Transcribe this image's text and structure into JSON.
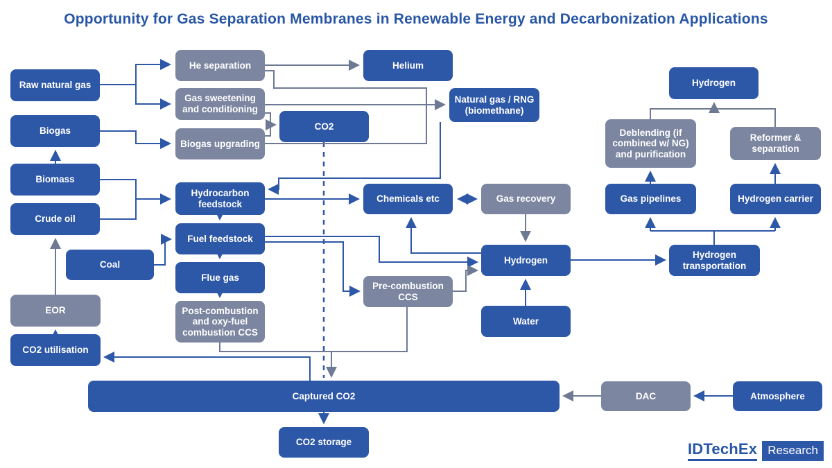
{
  "title": "Opportunity for Gas Separation Membranes in Renewable Energy and Decarbonization Applications",
  "branding": {
    "logo_primary": "IDTechEx",
    "logo_secondary": "Research"
  },
  "colors": {
    "node_blue": "#2d57a7",
    "node_gray": "#7c86a0",
    "arrow_blue": "#2d57a7",
    "arrow_gray": "#6e7994",
    "title_blue": "#2856a6",
    "background": "#ffffff"
  },
  "nodes": {
    "raw_natural_gas": {
      "label": "Raw natural gas",
      "color": "blue"
    },
    "biogas": {
      "label": "Biogas",
      "color": "blue"
    },
    "biomass": {
      "label": "Biomass",
      "color": "blue"
    },
    "crude_oil": {
      "label": "Crude oil",
      "color": "blue"
    },
    "coal": {
      "label": "Coal",
      "color": "blue"
    },
    "eor": {
      "label": "EOR",
      "color": "gray"
    },
    "co2_utilisation": {
      "label": "CO2 utilisation",
      "color": "blue"
    },
    "he_separation": {
      "label": "He separation",
      "color": "gray"
    },
    "gas_sweetening": {
      "label": "Gas sweetening and conditioning",
      "color": "gray"
    },
    "biogas_upgrading": {
      "label": "Biogas upgrading",
      "color": "gray"
    },
    "hydrocarbon_feedstock": {
      "label": "Hydrocarbon feedstock",
      "color": "blue"
    },
    "fuel_feedstock": {
      "label": "Fuel feedstock",
      "color": "blue"
    },
    "flue_gas": {
      "label": "Flue gas",
      "color": "blue"
    },
    "post_combustion_ccs": {
      "label": "Post-combustion and oxy-fuel combustion CCS",
      "color": "gray"
    },
    "co2": {
      "label": "CO2",
      "color": "blue"
    },
    "helium": {
      "label": "Helium",
      "color": "blue"
    },
    "natural_gas_rng": {
      "label": "Natural gas / RNG (biomethane)",
      "color": "blue"
    },
    "chemicals_etc": {
      "label": "Chemicals etc",
      "color": "blue"
    },
    "pre_combustion_ccs": {
      "label": "Pre-combustion CCS",
      "color": "gray"
    },
    "gas_recovery": {
      "label": "Gas recovery",
      "color": "gray"
    },
    "hydrogen_mid": {
      "label": "Hydrogen",
      "color": "blue"
    },
    "water": {
      "label": "Water",
      "color": "blue"
    },
    "hydrogen_top": {
      "label": "Hydrogen",
      "color": "blue"
    },
    "deblending": {
      "label": "Deblending (if combined w/ NG) and purification",
      "color": "gray"
    },
    "reformer_separation": {
      "label": "Reformer & separation",
      "color": "gray"
    },
    "gas_pipelines": {
      "label": "Gas pipelines",
      "color": "blue"
    },
    "hydrogen_carrier": {
      "label": "Hydrogen carrier",
      "color": "blue"
    },
    "hydrogen_transportation": {
      "label": "Hydrogen transportation",
      "color": "blue"
    },
    "captured_co2": {
      "label": "Captured CO2",
      "color": "blue"
    },
    "co2_storage": {
      "label": "CO2 storage",
      "color": "blue"
    },
    "dac": {
      "label": "DAC",
      "color": "gray"
    },
    "atmosphere": {
      "label": "Atmosphere",
      "color": "blue"
    }
  },
  "edges": [
    {
      "from": "raw_natural_gas",
      "to": "he_separation",
      "style": "blue"
    },
    {
      "from": "raw_natural_gas",
      "to": "gas_sweetening",
      "style": "blue"
    },
    {
      "from": "biogas",
      "to": "biogas_upgrading",
      "style": "blue"
    },
    {
      "from": "biomass",
      "to": "biogas",
      "style": "blue"
    },
    {
      "from": "biomass",
      "to": "hydrocarbon_feedstock",
      "style": "blue"
    },
    {
      "from": "crude_oil",
      "to": "hydrocarbon_feedstock",
      "style": "blue"
    },
    {
      "from": "coal",
      "to": "fuel_feedstock",
      "style": "blue"
    },
    {
      "from": "eor",
      "to": "crude_oil",
      "style": "gray"
    },
    {
      "from": "co2_utilisation",
      "to": "eor",
      "style": "blue"
    },
    {
      "from": "he_separation",
      "to": "helium",
      "style": "gray"
    },
    {
      "from": "he_separation",
      "to": "natural_gas_rng",
      "style": "gray"
    },
    {
      "from": "gas_sweetening",
      "to": "natural_gas_rng",
      "style": "gray"
    },
    {
      "from": "biogas_upgrading",
      "to": "natural_gas_rng",
      "style": "gray"
    },
    {
      "from": "gas_sweetening",
      "to": "co2",
      "style": "gray"
    },
    {
      "from": "biogas_upgrading",
      "to": "co2",
      "style": "gray"
    },
    {
      "from": "natural_gas_rng",
      "to": "hydrocarbon_feedstock",
      "style": "blue"
    },
    {
      "from": "hydrocarbon_feedstock",
      "to": "fuel_feedstock",
      "style": "blue"
    },
    {
      "from": "hydrocarbon_feedstock",
      "to": "chemicals_etc",
      "style": "blue"
    },
    {
      "from": "fuel_feedstock",
      "to": "flue_gas",
      "style": "blue"
    },
    {
      "from": "fuel_feedstock",
      "to": "hydrogen_mid",
      "style": "blue"
    },
    {
      "from": "fuel_feedstock",
      "to": "pre_combustion_ccs",
      "style": "blue"
    },
    {
      "from": "flue_gas",
      "to": "post_combustion_ccs",
      "style": "blue"
    },
    {
      "from": "chemicals_etc",
      "to": "gas_recovery",
      "style": "blue-bidirectional"
    },
    {
      "from": "gas_recovery",
      "to": "hydrogen_mid",
      "style": "gray"
    },
    {
      "from": "water",
      "to": "hydrogen_mid",
      "style": "blue"
    },
    {
      "from": "hydrogen_mid",
      "to": "chemicals_etc",
      "style": "blue"
    },
    {
      "from": "pre_combustion_ccs",
      "to": "hydrogen_mid",
      "style": "gray"
    },
    {
      "from": "hydrogen_mid",
      "to": "hydrogen_transportation",
      "style": "blue"
    },
    {
      "from": "hydrogen_transportation",
      "to": "gas_pipelines",
      "style": "blue"
    },
    {
      "from": "hydrogen_transportation",
      "to": "hydrogen_carrier",
      "style": "blue"
    },
    {
      "from": "gas_pipelines",
      "to": "deblending",
      "style": "blue"
    },
    {
      "from": "hydrogen_carrier",
      "to": "reformer_separation",
      "style": "blue"
    },
    {
      "from": "deblending",
      "to": "hydrogen_top",
      "style": "gray"
    },
    {
      "from": "reformer_separation",
      "to": "hydrogen_top",
      "style": "gray"
    },
    {
      "from": "co2",
      "to": "captured_co2",
      "style": "blue-dashed"
    },
    {
      "from": "post_combustion_ccs",
      "to": "captured_co2",
      "style": "gray"
    },
    {
      "from": "pre_combustion_ccs",
      "to": "captured_co2",
      "style": "gray"
    },
    {
      "from": "captured_co2",
      "to": "co2_utilisation",
      "style": "blue"
    },
    {
      "from": "captured_co2",
      "to": "co2_storage",
      "style": "blue"
    },
    {
      "from": "dac",
      "to": "captured_co2",
      "style": "gray"
    },
    {
      "from": "atmosphere",
      "to": "dac",
      "style": "blue"
    }
  ]
}
